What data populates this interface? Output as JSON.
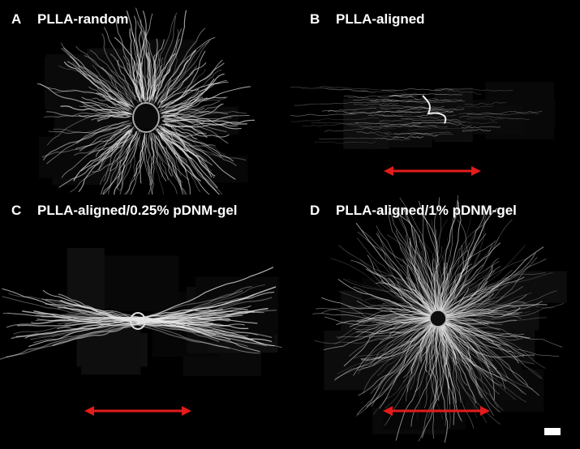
{
  "figure": {
    "background": "#000000",
    "arrow_color": "#e31b1b",
    "panels": [
      {
        "letter": "A",
        "title": "PLLA-random",
        "arrow": false,
        "pattern": "radial"
      },
      {
        "letter": "B",
        "title": "PLLA-aligned",
        "arrow": true,
        "pattern": "horizontal-sparse"
      },
      {
        "letter": "C",
        "title": "PLLA-aligned/0.25%  pDNM-gel",
        "arrow": true,
        "pattern": "horizontal-long"
      },
      {
        "letter": "D",
        "title": "PLLA-aligned/1% pDNM-gel",
        "arrow": true,
        "pattern": "radial-dense",
        "scale_bar": true
      }
    ]
  }
}
